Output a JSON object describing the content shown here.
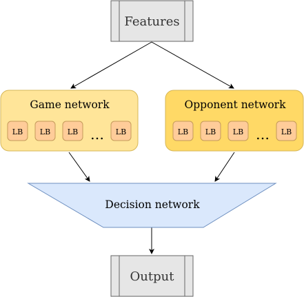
{
  "nodes": {
    "features": {
      "label": "Features"
    },
    "game_network": {
      "label": "Game network",
      "blocks": [
        "LB",
        "LB",
        "LB",
        "LB"
      ],
      "ellipsis": "…"
    },
    "opponent_network": {
      "label": "Opponent network",
      "blocks": [
        "LB",
        "LB",
        "LB",
        "LB"
      ],
      "ellipsis": "…"
    },
    "decision_network": {
      "label": "Decision network"
    },
    "output": {
      "label": "Output"
    }
  },
  "colors": {
    "process_fill": "#e6e6e6",
    "process_stroke": "#666666",
    "game_fill": "#ffe599",
    "game_stroke": "#d6b656",
    "opponent_fill": "#ffd966",
    "opponent_stroke": "#d6b656",
    "lb_fill": "#ffcc99",
    "lb_stroke": "#c49a5a",
    "decision_fill": "#dae8fc",
    "decision_stroke": "#6c8ebf",
    "arrow": "#000000"
  }
}
